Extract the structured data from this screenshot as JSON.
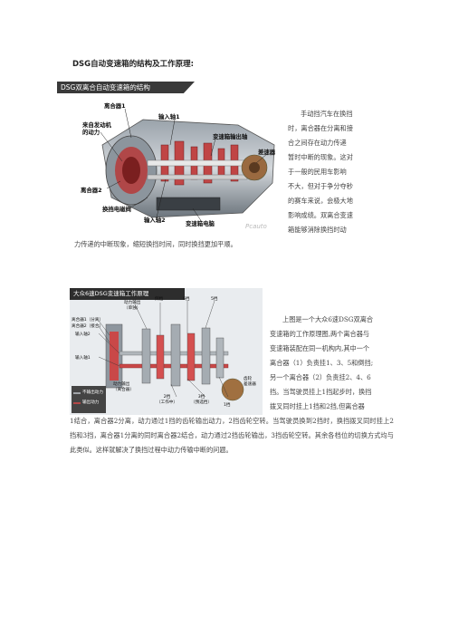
{
  "doc": {
    "title": "DSG自动变速箱的结构及工作原理:"
  },
  "figure1": {
    "banner": "DSG双离合自动变速箱的结构",
    "labels": {
      "clutch1": "离合器1",
      "input1": "输入轴1",
      "engine_power": "来自发动机\n的动力",
      "output_shaft": "变速箱输出轴",
      "differential": "差速器",
      "clutch2": "离合器2",
      "shift_valve": "换挡电磁阀",
      "input2": "输入轴2",
      "control_unit": "变速箱电脑"
    },
    "watermark": "Pcauto"
  },
  "para1": {
    "lines_right": [
      "手动挡汽车在换挡",
      "时，离合器在分离和接",
      "合之间存在动力传递",
      "暂时中断的现象。这对",
      "于一般的民用车影响",
      "不大，但对于争分夺秒",
      "的赛车来说，会极大地",
      "影响成绩。双离合变速",
      "箱能够消除换挡时动"
    ],
    "line_full": "力传递的中断现象，缩短换挡时间，同时换挡更加平顺。"
  },
  "figure2": {
    "banner": "大众6速DSG变速箱工作原理",
    "labels": {
      "power_out_top": "动力输出\n（单独）",
      "reverse": "倒档",
      "g6": "6挡",
      "g5": "5挡",
      "clutch1_sep": "离合器1（分离）",
      "clutch2_eng": "离合器2（接合）",
      "input2": "输入轴2",
      "input1": "输入轴1",
      "not_output": "不输出动力",
      "output_power": "输出动力",
      "power_out_bottom": "动力输出\n（离合器）",
      "g2": "2挡\n（工作中）",
      "g3": "3挡\n（预选挡）",
      "g1": "1挡",
      "diff": "齿轮\n差速器"
    }
  },
  "para2": {
    "lines_right": [
      "上图是一个大众6速DSG双离合",
      "变速箱的工作原理图,两个离合器与",
      "变速箱装配在同一机构内,其中一个",
      "离合器（1）负责挂1、3、5和倒挡;",
      "另一个离合器（2）负责挂2、4、6",
      "挡。当驾驶员挂上1挡起步时，换挡",
      "拨叉同时挂上1挡和2挡,但离合器"
    ],
    "text_full": "1结合，离合器2分离，动力通过1挡的齿轮输出动力，2挡齿轮空转。当驾驶员换到2挡时，换挡拨叉同时挂上2挡和3挡，离合器1分离的同时离合器2结合，动力通过2挡齿轮输出，3挡齿轮空转。其余各档位的切换方式均与此类似。这样就解决了换挡过程中动力传输中断的问题。"
  }
}
